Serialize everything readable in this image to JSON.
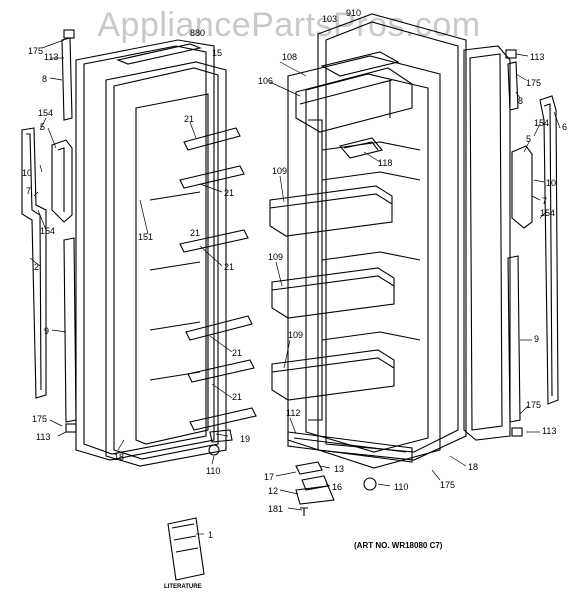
{
  "watermark": "AppliancePartsPros.com",
  "art_number": "(ART NO. WR18080 C7)",
  "literature_label": "LITERATURE",
  "callouts": [
    "175",
    "113",
    "880",
    "15",
    "8",
    "154",
    "5",
    "10",
    "7",
    "154",
    "2",
    "9",
    "175",
    "113",
    "18",
    "21",
    "21",
    "21",
    "21",
    "21",
    "21",
    "151",
    "19",
    "110",
    "103",
    "910",
    "108",
    "106",
    "118",
    "109",
    "109",
    "109",
    "112",
    "13",
    "16",
    "17",
    "12",
    "181",
    "110",
    "175",
    "18",
    "113",
    "175",
    "8",
    "6",
    "154",
    "5",
    "10",
    "7",
    "154",
    "9",
    "175",
    "113",
    "1"
  ]
}
